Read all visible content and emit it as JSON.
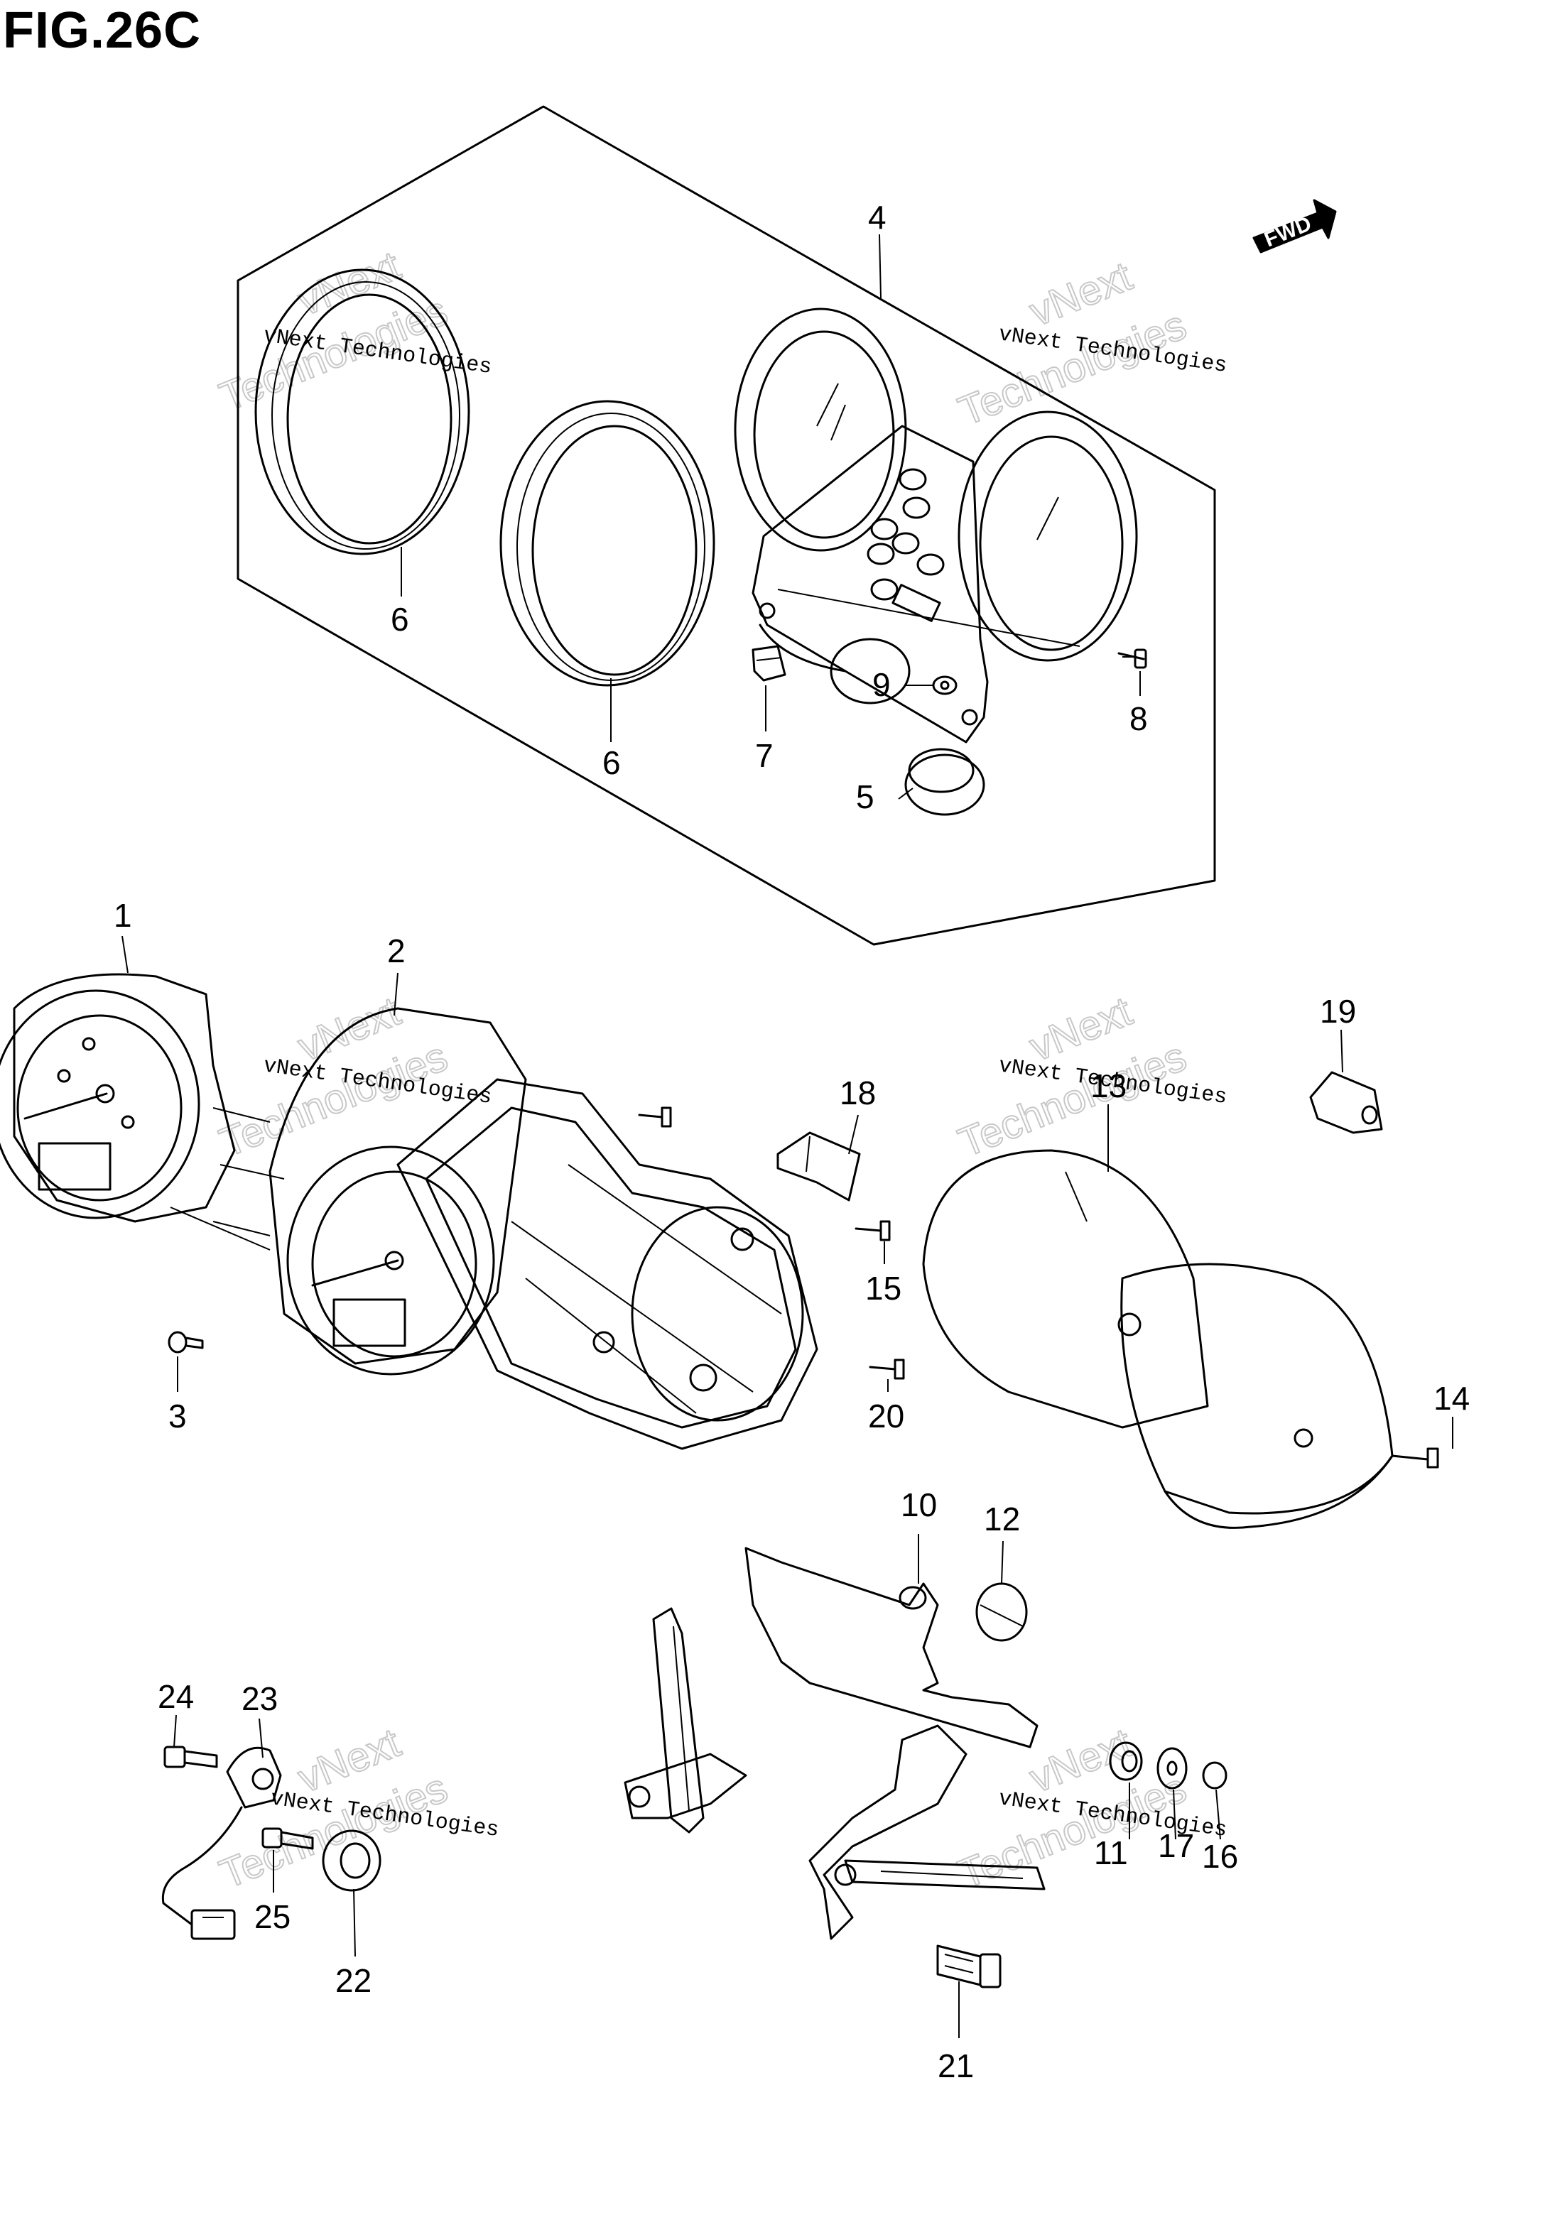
{
  "figure": {
    "title": "FIG.26C"
  },
  "fwd_label": "FWD",
  "callouts": [
    "1",
    "2",
    "3",
    "4",
    "5",
    "6",
    "6",
    "7",
    "8",
    "9",
    "10",
    "11",
    "12",
    "13",
    "14",
    "15",
    "16",
    "17",
    "18",
    "19",
    "20",
    "21",
    "22",
    "23",
    "24",
    "25"
  ],
  "watermark": {
    "line1": "vNext Technologies",
    "line2": "vNext",
    "line3": "Technologies"
  }
}
